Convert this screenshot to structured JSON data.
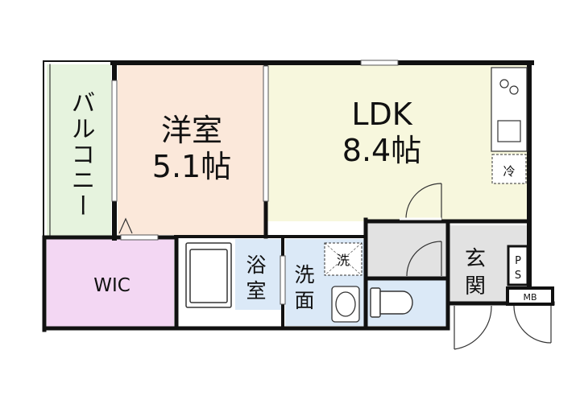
{
  "rooms": {
    "balcony": {
      "label": "バルコニー"
    },
    "western_room": {
      "label": "洋室",
      "size": "5.1帖"
    },
    "ldk": {
      "label": "LDK",
      "size": "8.4帖"
    },
    "wic": {
      "label": "WIC"
    },
    "bathroom": {
      "label_line1": "浴",
      "label_line2": "室"
    },
    "washroom": {
      "label_line1": "洗",
      "label_line2": "面"
    },
    "entrance": {
      "label_line1": "玄",
      "label_line2": "関"
    }
  },
  "fixtures": {
    "fridge": "冷",
    "washer": "洗",
    "ps_line1": "P",
    "ps_line2": "S",
    "mb": "MB"
  },
  "colors": {
    "balcony": "#e6f3de",
    "western_room": "#fbe8da",
    "ldk": "#f7f7dd",
    "wic": "#f3d7f3",
    "wet": "#dbe9f7",
    "grey": "#e2e2e2",
    "wall": "#111111"
  }
}
